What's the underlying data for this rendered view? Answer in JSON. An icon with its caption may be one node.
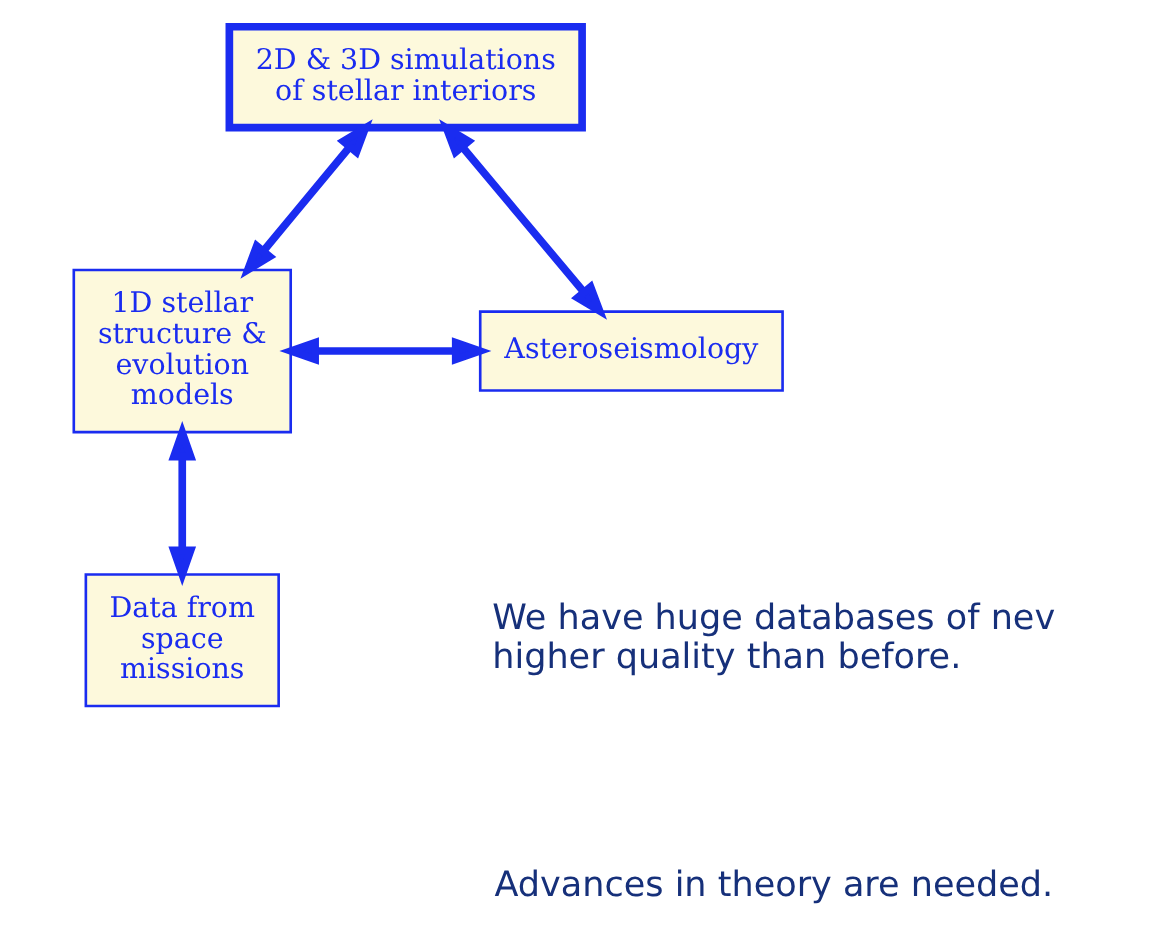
{
  "diagram": {
    "nodes": [
      {
        "text": [
          "2D & 3D simulations of stellar interiors"
        ]
      },
      {
        "text": [
          "1D stellar structure & evolution models"
        ]
      },
      {
        "text": [
          "Asteroseismology"
        ]
      },
      {
        "text": [
          "Data from space missions"
        ]
      }
    ],
    "edges": [
      {
        "from": 0,
        "to": 1,
        "arrow": "both"
      },
      {
        "from": 0,
        "to": 2,
        "arrow": "both"
      },
      {
        "from": 1,
        "to": 2,
        "arrow": "both"
      },
      {
        "from": 1,
        "to": 3,
        "arrow": "both"
      }
    ],
    "labels": [
      "We have huge databases of nev higher quality than before.",
      "Advances in theory are needed."
    ]
  }
}
